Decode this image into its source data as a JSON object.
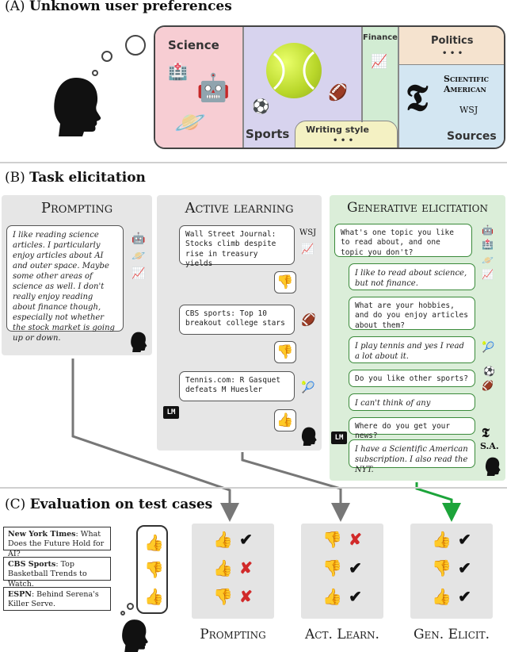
{
  "sectionA": {
    "label": "(A)",
    "title": "Unknown user preferences",
    "categories": {
      "science": "Science",
      "finance": "Finance",
      "politics": "Politics",
      "politics_more": "• • •",
      "sports": "Sports",
      "writing": "Writing style",
      "writing_more": "• • •",
      "sources": "Sources",
      "scientific_american": "Scientific American",
      "wsj": "WSJ"
    },
    "colors": {
      "science": "#f7cdd3",
      "sports": "#d7d3ee",
      "finance": "#d2ecd3",
      "politics": "#f5e3cf",
      "sources": "#d3e6f2",
      "writing": "#f4f1c3"
    }
  },
  "sectionB": {
    "label": "(B)",
    "title": "Task elicitation",
    "prompting": {
      "title": "Prompting",
      "text": "I like reading science articles. I particularly enjoy articles about AI and outer space. Maybe some other areas of science as well. I don't really enjoy reading about finance though, especially not whether the stock market is going up or down."
    },
    "active": {
      "title": "Active learning",
      "q1": "Wall Street Journal: Stocks climb despite rise in treasury yields",
      "q2": "CBS sports: Top 10 breakout college stars",
      "q3": "Tennis.com: R Gasquet defeats M Huesler",
      "wsj": "WSJ",
      "lm": "LM"
    },
    "generative": {
      "title": "Generative elicitation",
      "m1": "What's one topic you like to read about, and one topic you don't?",
      "r1": "I like to read about science, but not finance.",
      "m2": "What are your hobbies, and do you enjoy articles about them?",
      "r2": "I play tennis and yes I read a lot about it.",
      "m3": "Do you like other sports?",
      "r3": "I can't think of any",
      "m4": "Where do you get your news?",
      "r4": "I have a Scientific American subscription. I also read the NYT.",
      "sa": "S.A.",
      "lm": "LM"
    }
  },
  "sectionC": {
    "label": "(C)",
    "title": "Evaluation on test cases",
    "articles": [
      {
        "source": "New York Times",
        "text": ": What Does the Future Hold for AI?"
      },
      {
        "source": "CBS Sports",
        "text": ": Top Basketball Trends to Watch."
      },
      {
        "source": "ESPN",
        "text": ": Behind Serena's Killer Serve."
      }
    ],
    "methods": [
      {
        "label": "Prompting",
        "rows": [
          [
            "👍",
            "✔"
          ],
          [
            "👍",
            "✘"
          ],
          [
            "👎",
            "✘"
          ]
        ]
      },
      {
        "label": "Act. Learn.",
        "rows": [
          [
            "👎",
            "✘"
          ],
          [
            "👎",
            "✔"
          ],
          [
            "👍",
            "✔"
          ]
        ]
      },
      {
        "label": "Gen. Elicit.",
        "rows": [
          [
            "👍",
            "✔"
          ],
          [
            "👎",
            "✔"
          ],
          [
            "👍",
            "✔"
          ]
        ]
      }
    ]
  }
}
